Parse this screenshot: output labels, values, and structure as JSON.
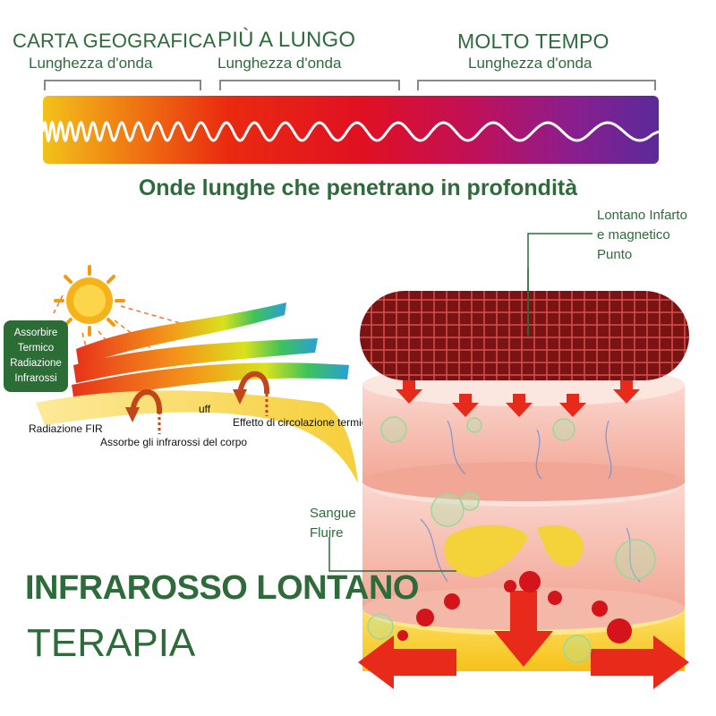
{
  "wavelengths": [
    {
      "title": "CARTA GEOGRAFICA",
      "subtitle": "Lunghezza d'onda"
    },
    {
      "title": "PIÙ A LUNGO",
      "subtitle": "Lunghezza d'onda"
    },
    {
      "title": "MOLTO TEMPO",
      "subtitle": "Lunghezza d'onda"
    }
  ],
  "spectrum_caption": "Onde lunghe che penetrano in profondità",
  "callouts": {
    "infarto": [
      "Lontano Infarto",
      "e magnetico",
      "Punto"
    ],
    "sangue": [
      "Sangue",
      "Fluire"
    ]
  },
  "absorb_box": [
    "Assorbire",
    "Termico",
    "Radiazione",
    "Infrarossi"
  ],
  "diagram_labels": {
    "fir": "Radiazione FIR",
    "uff": "uff",
    "circulation": "Effetto di circolazione termica",
    "absorbs_body": "Assorbe gli infrarossi del corpo"
  },
  "title": {
    "main": "INFRAROSSO LONTANO",
    "sub": "TERAPIA"
  },
  "colors": {
    "brand_green": "#2e6b3a",
    "box_green": "#2c6c35",
    "arrow_red": "#e82a1a"
  }
}
